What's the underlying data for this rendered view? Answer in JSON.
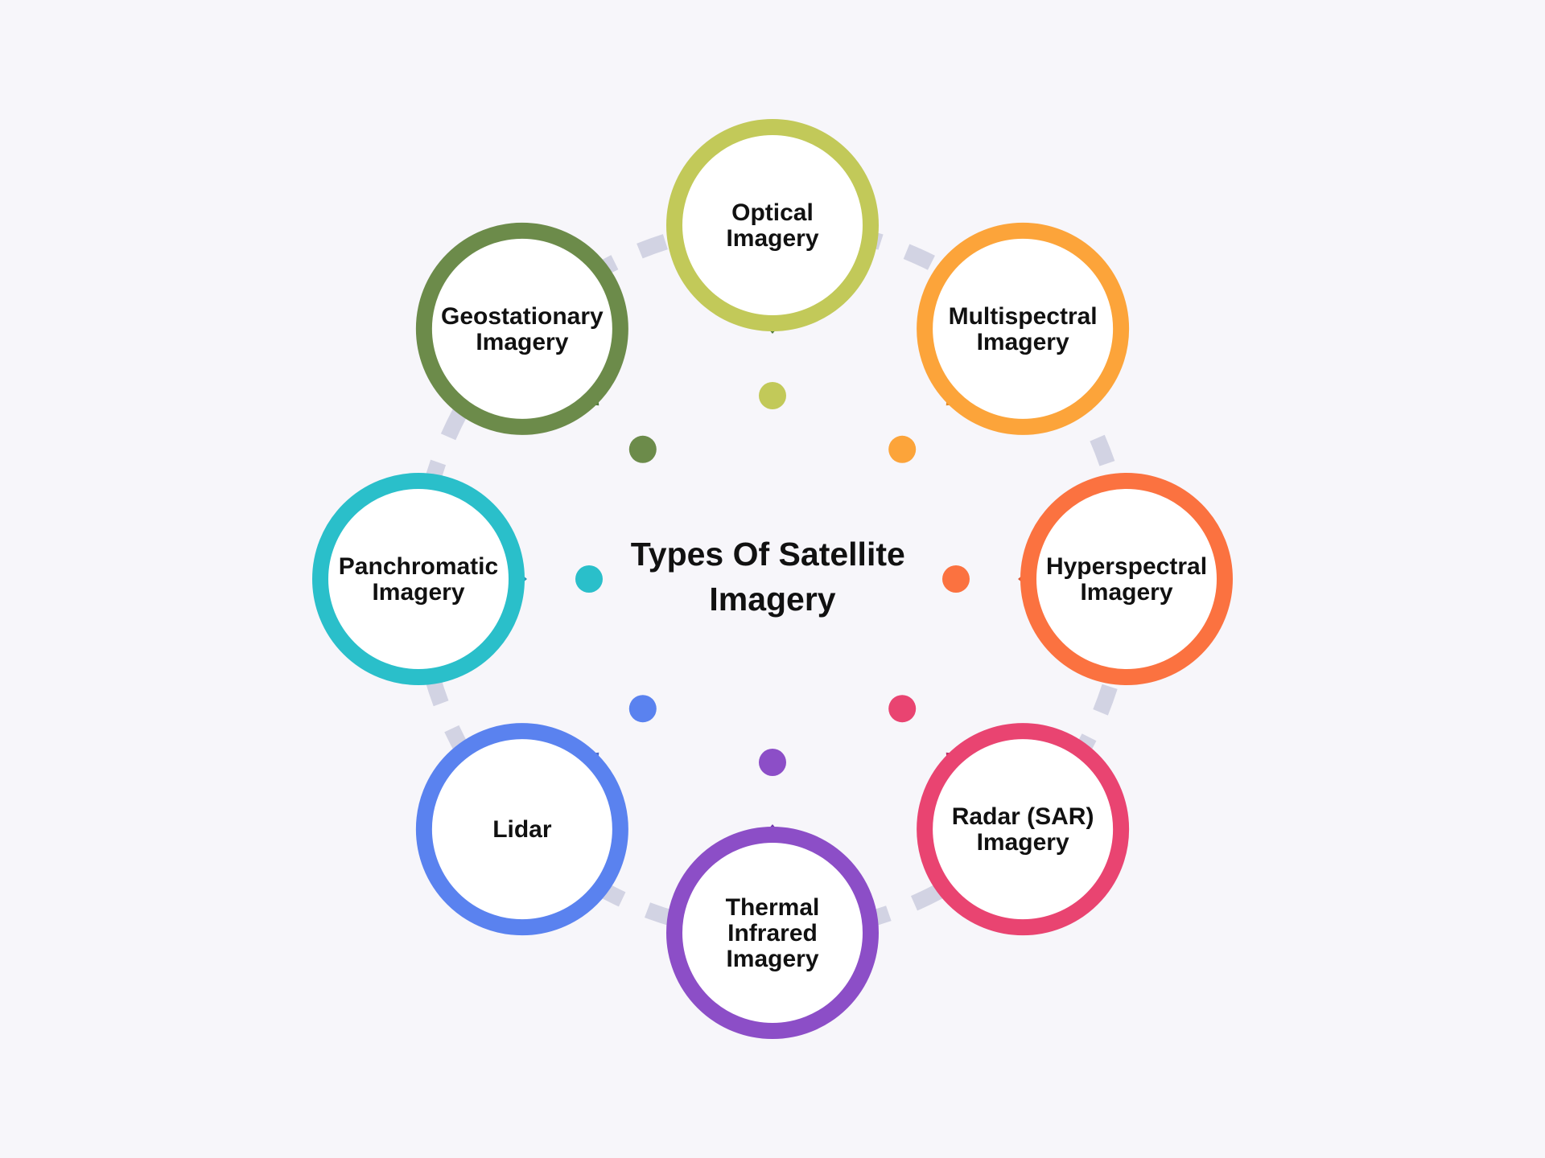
{
  "title_lines": [
    "Types Of Satellite",
    "Imagery"
  ],
  "nodes": [
    {
      "id": "optical-imagery",
      "lines": [
        "Optical",
        "Imagery"
      ],
      "color": "#c2c959",
      "accent": "#4f7a3c"
    },
    {
      "id": "multispectral-imagery",
      "lines": [
        "Multispectral",
        "Imagery"
      ],
      "color": "#fca43a",
      "accent": "#e08a2a"
    },
    {
      "id": "hyperspectral-imagery",
      "lines": [
        "Hyperspectral",
        "Imagery"
      ],
      "color": "#fb7240",
      "accent": "#dc5a35"
    },
    {
      "id": "radar-sar-imagery",
      "lines": [
        "Radar (SAR)",
        "Imagery"
      ],
      "color": "#e94471",
      "accent": "#b8306a"
    },
    {
      "id": "thermal-infrared-imagery",
      "lines": [
        "Thermal",
        "Infrared",
        "Imagery"
      ],
      "color": "#8c4ec7",
      "accent": "#6e36a8"
    },
    {
      "id": "lidar",
      "lines": [
        "Lidar"
      ],
      "color": "#5a82ef",
      "accent": "#4966c4"
    },
    {
      "id": "panchromatic-imagery",
      "lines": [
        "Panchromatic",
        "Imagery"
      ],
      "color": "#2abfca",
      "accent": "#2496b4"
    },
    {
      "id": "geostationary-imagery",
      "lines": [
        "Geostationary",
        "Imagery"
      ],
      "color": "#6c8b4a",
      "accent": "#4f7a3c"
    }
  ],
  "dot_colors": [
    "#c2c959",
    "#fca43a",
    "#fb7240",
    "#e94471",
    "#8c4ec7",
    "#5a82ef",
    "#2abfca",
    "#6c8b4a"
  ],
  "ring_dash_color": "#d2d3e3"
}
